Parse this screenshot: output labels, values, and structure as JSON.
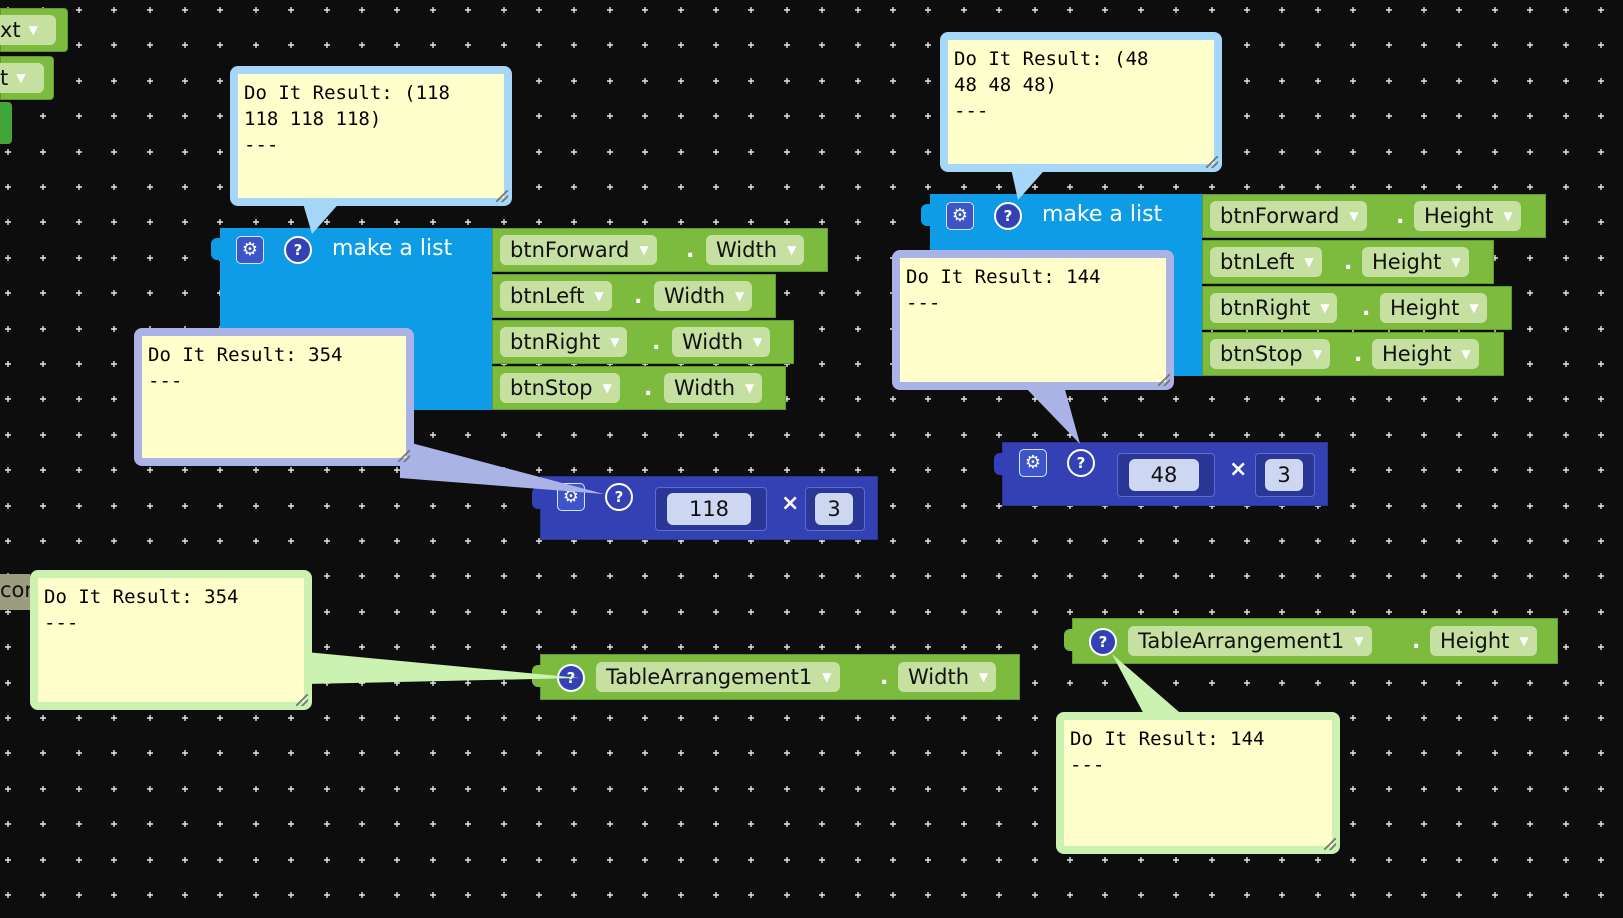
{
  "left_edge": {
    "field_1": "xt",
    "field_2": "t",
    "cut_label": "con"
  },
  "make_list_width": {
    "title": "make a list",
    "items": [
      {
        "component": "btnForward",
        "property": "Width"
      },
      {
        "component": "btnLeft",
        "property": "Width"
      },
      {
        "component": "btnRight",
        "property": "Width"
      },
      {
        "component": "btnStop",
        "property": "Width"
      }
    ],
    "comment": "Do It Result: (118\n118 118 118)\n---"
  },
  "multiply_width": {
    "left": "118",
    "operator": "×",
    "right": "3",
    "comment": "Do It Result: 354\n---"
  },
  "table_width": {
    "component": "TableArrangement1",
    "property": "Width",
    "comment": "Do It Result: 354\n---"
  },
  "make_list_height": {
    "title": "make a list",
    "items": [
      {
        "component": "btnForward",
        "property": "Height"
      },
      {
        "component": "btnLeft",
        "property": "Height"
      },
      {
        "component": "btnRight",
        "property": "Height"
      },
      {
        "component": "btnStop",
        "property": "Height"
      }
    ],
    "comment": "Do It Result: (48\n48 48 48)\n---"
  },
  "multiply_height": {
    "left": "48",
    "operator": "×",
    "right": "3",
    "comment": "Do It Result: 144\n---"
  },
  "table_height": {
    "component": "TableArrangement1",
    "property": "Height",
    "comment": "Do It Result: 144\n---"
  },
  "icons": {
    "gear": "⚙",
    "help": "?",
    "dropdown": "▼",
    "dot": "."
  },
  "colors": {
    "workspace": "#0d0d0d",
    "list_block": "#0e9ce6",
    "math_block": "#3341b5",
    "component_block": "#7cbb3d",
    "comment_fill": "#ffffcc"
  }
}
